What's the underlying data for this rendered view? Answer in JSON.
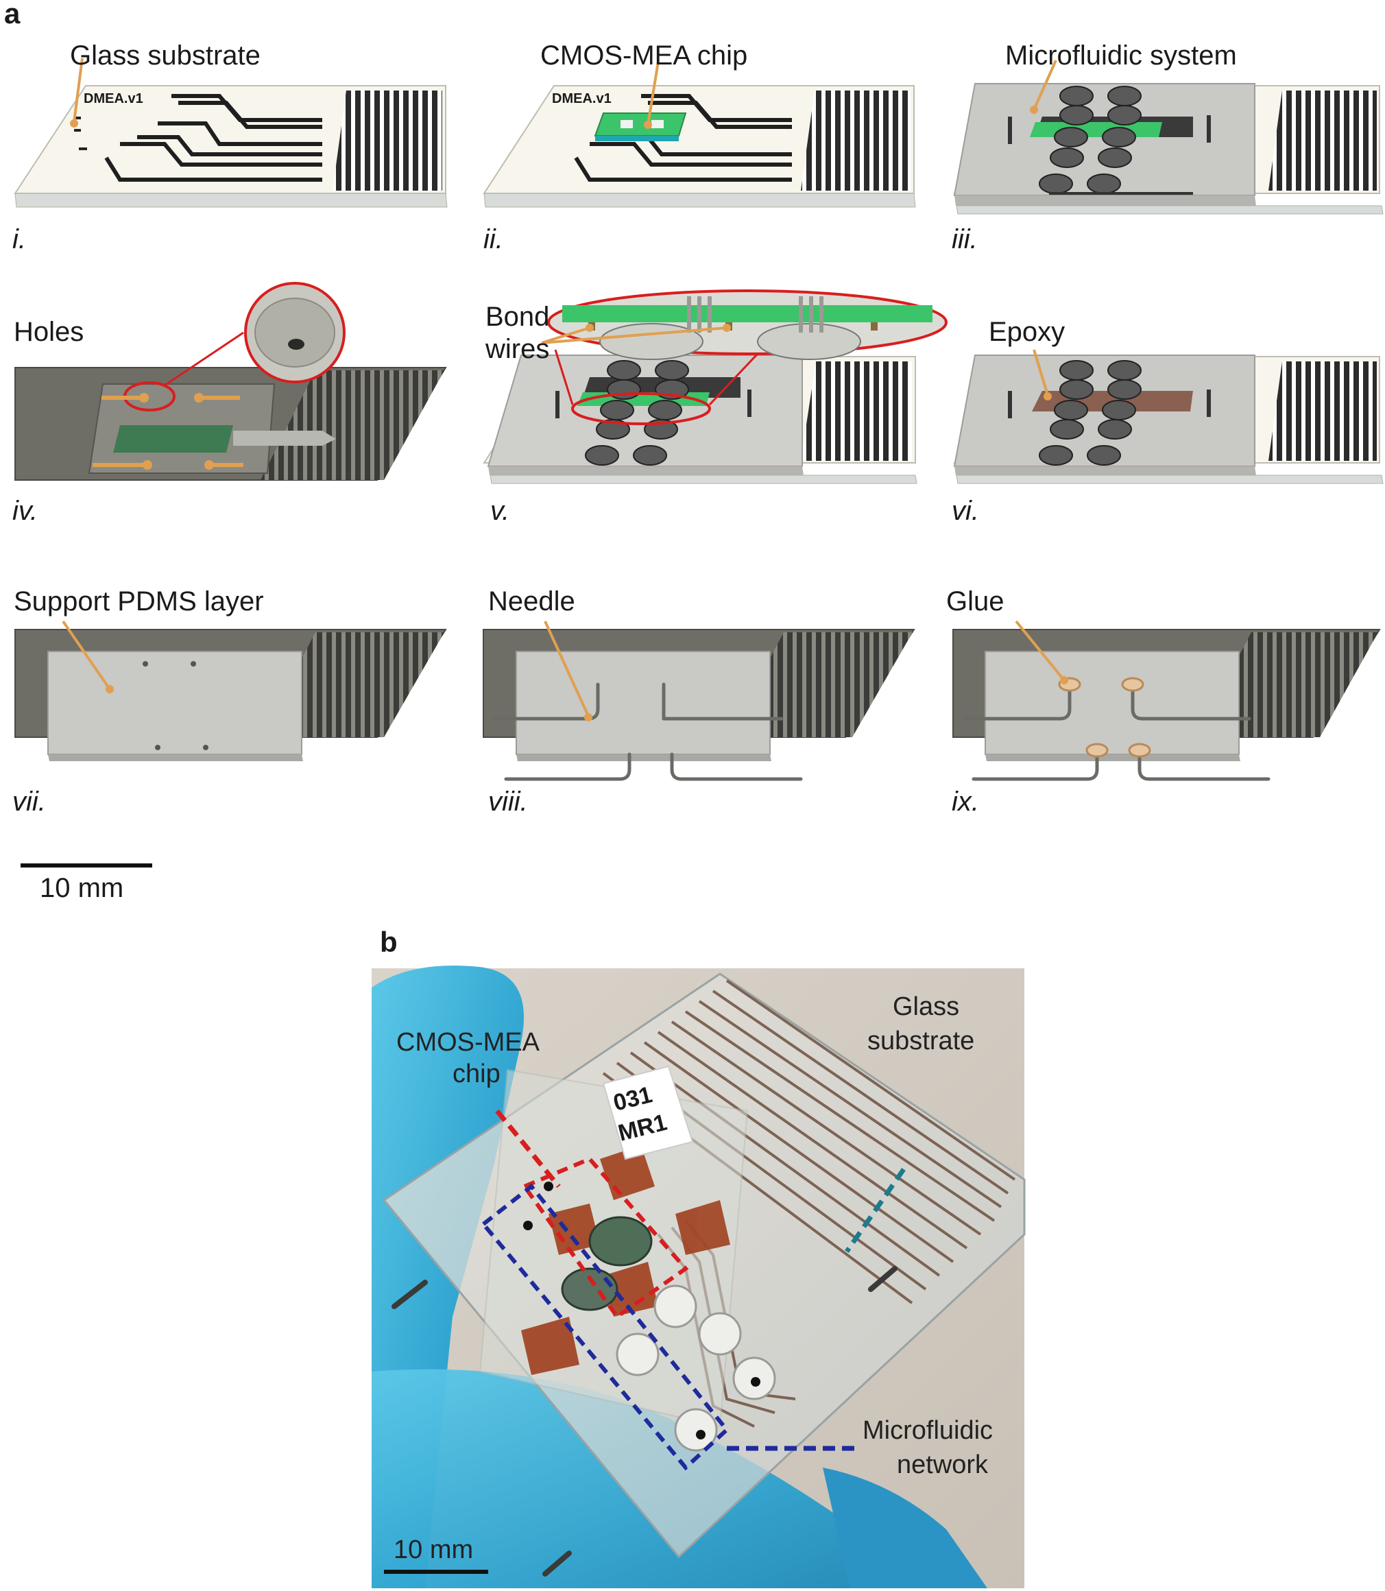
{
  "panel_a": {
    "letter": "a",
    "steps": [
      {
        "numeral": "i.",
        "label": "Glass substrate"
      },
      {
        "numeral": "ii.",
        "label": "CMOS-MEA chip"
      },
      {
        "numeral": "iii.",
        "label": "Microfluidic system"
      },
      {
        "numeral": "iv.",
        "label": "Holes"
      },
      {
        "numeral": "v.",
        "label_line1": "Bond",
        "label_line2": "wires"
      },
      {
        "numeral": "vi.",
        "label": "Epoxy"
      },
      {
        "numeral": "vii.",
        "label": "Support PDMS layer"
      },
      {
        "numeral": "viii.",
        "label": "Needle"
      },
      {
        "numeral": "ix.",
        "label": "Glue"
      }
    ],
    "chip_mark": "DMEA.v1",
    "scalebar": "10 mm"
  },
  "panel_b": {
    "letter": "b",
    "chip_label": {
      "line1": "CMOS-MEA",
      "line2": "chip"
    },
    "glass_label": {
      "line1": "Glass",
      "line2": "substrate"
    },
    "network_label": {
      "line1": "Microfluidic",
      "line2": "network"
    },
    "sticker": {
      "line1": "031",
      "line2": "MR1"
    },
    "scalebar": "10 mm"
  },
  "colors": {
    "leader_orange": "#e0a050",
    "highlight_red": "#d81e1e",
    "chip_green": "#3cc46a",
    "epoxy": "#8a6050",
    "glove_blue": "#3fb3d6",
    "network_blue": "#1f2a9c",
    "glass_teal": "#1e7a8c"
  }
}
